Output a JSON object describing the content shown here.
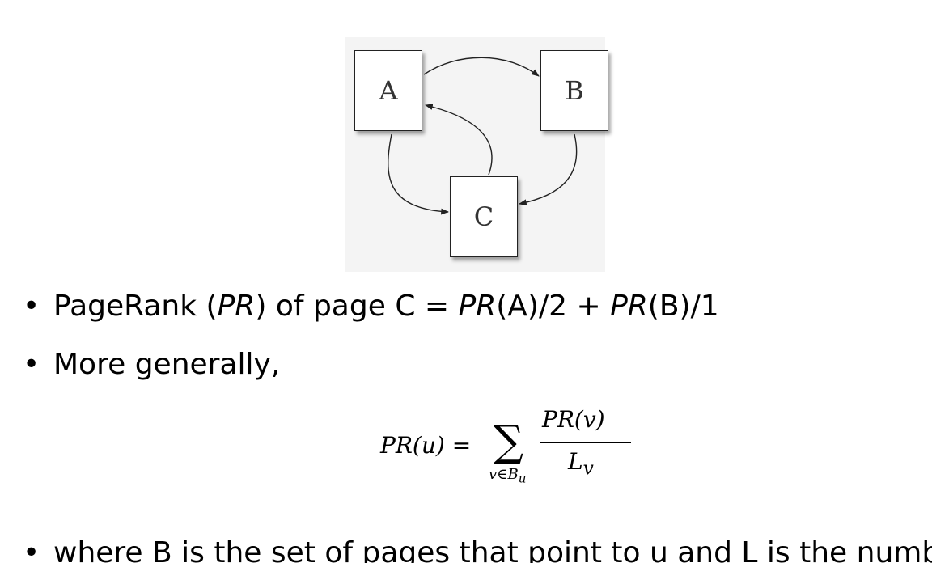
{
  "diagram": {
    "nodes": [
      {
        "id": "A",
        "label": "A"
      },
      {
        "id": "B",
        "label": "B"
      },
      {
        "id": "C",
        "label": "C"
      }
    ],
    "edges": [
      {
        "from": "A",
        "to": "B"
      },
      {
        "from": "A",
        "to": "C"
      },
      {
        "from": "B",
        "to": "C"
      },
      {
        "from": "C",
        "to": "A"
      }
    ],
    "edge_color": "#222222"
  },
  "bullets": {
    "bullet_symbol": "•",
    "b1": {
      "p1": "PageRank (",
      "p2": "PR",
      "p3": ") of page C = ",
      "p4": "PR",
      "p5": "(A)/2 + ",
      "p6": "PR",
      "p7": "(B)/1"
    },
    "b2": "More generally,",
    "b3": "where B is the set of pages that point to u and L is the number of outgoing links"
  },
  "formula": {
    "lhs": "PR(u) =",
    "sigma": "∑",
    "subscript": "v∈B",
    "subscript_sub": "u",
    "numerator": "PR(v)",
    "denominator": "L",
    "denominator_sub": "v"
  }
}
